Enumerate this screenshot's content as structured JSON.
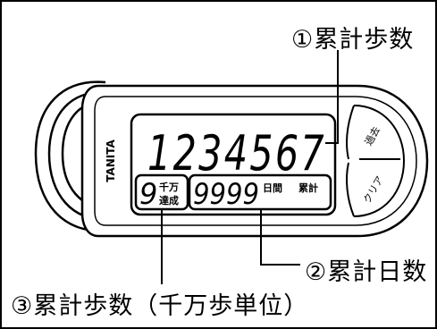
{
  "device": {
    "brand": "TANITA",
    "main_count": "1234567",
    "sub_count": "9999",
    "sub_label_days": "日間",
    "sub_label_total": "累計",
    "tenmillion_digit": "9",
    "tenmillion_top": "千万",
    "tenmillion_bottom": "達成",
    "button_top": "過去",
    "button_bottom": "クリア"
  },
  "callouts": {
    "label_1": "①累計歩数",
    "label_2": "②累計日数",
    "label_3": "③累計歩数（千万歩単位）"
  },
  "colors": {
    "outline": "#000000",
    "body_fill": "#ffffff",
    "screen_fill": "#ffffff"
  }
}
